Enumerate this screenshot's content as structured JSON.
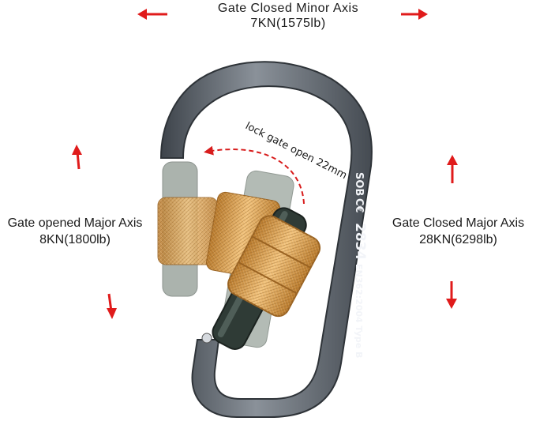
{
  "gate_closed_minor": {
    "title": "Gate Closed Minor Axis",
    "value": "7KN(1575lb)"
  },
  "gate_opened_major": {
    "title": "Gate opened Major Axis",
    "value": "8KN(1800lb)"
  },
  "gate_closed_major": {
    "title": "Gate Closed Major Axis",
    "value": "28KN(6298lb)"
  },
  "lock_gate_note": "lock gate open 22mm",
  "engraving": {
    "brand": "SOB",
    "ce_mark": "C€",
    "number": "2834",
    "standard": "EN362:2004 Type B"
  },
  "colors": {
    "arrow": "#e01b1b",
    "carabiner": "#5b6168",
    "sleeve": "#e0a050",
    "gate": "#2f3b36",
    "gate_ghost": "#8a958e"
  }
}
